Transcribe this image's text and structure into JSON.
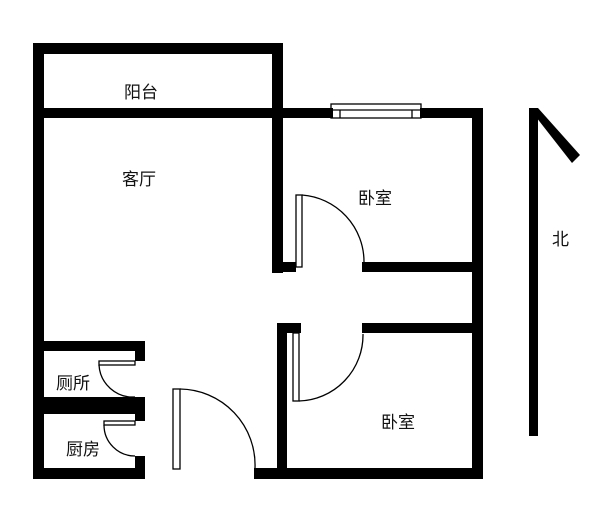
{
  "rooms": {
    "balcony": "阳台",
    "living_room": "客厅",
    "bedroom_north": "卧室",
    "bedroom_south": "卧室",
    "toilet": "厕所",
    "kitchen": "厨房"
  },
  "compass": {
    "label": "北"
  },
  "colors": {
    "wall": "#000000",
    "background": "#ffffff",
    "line": "#000000"
  }
}
